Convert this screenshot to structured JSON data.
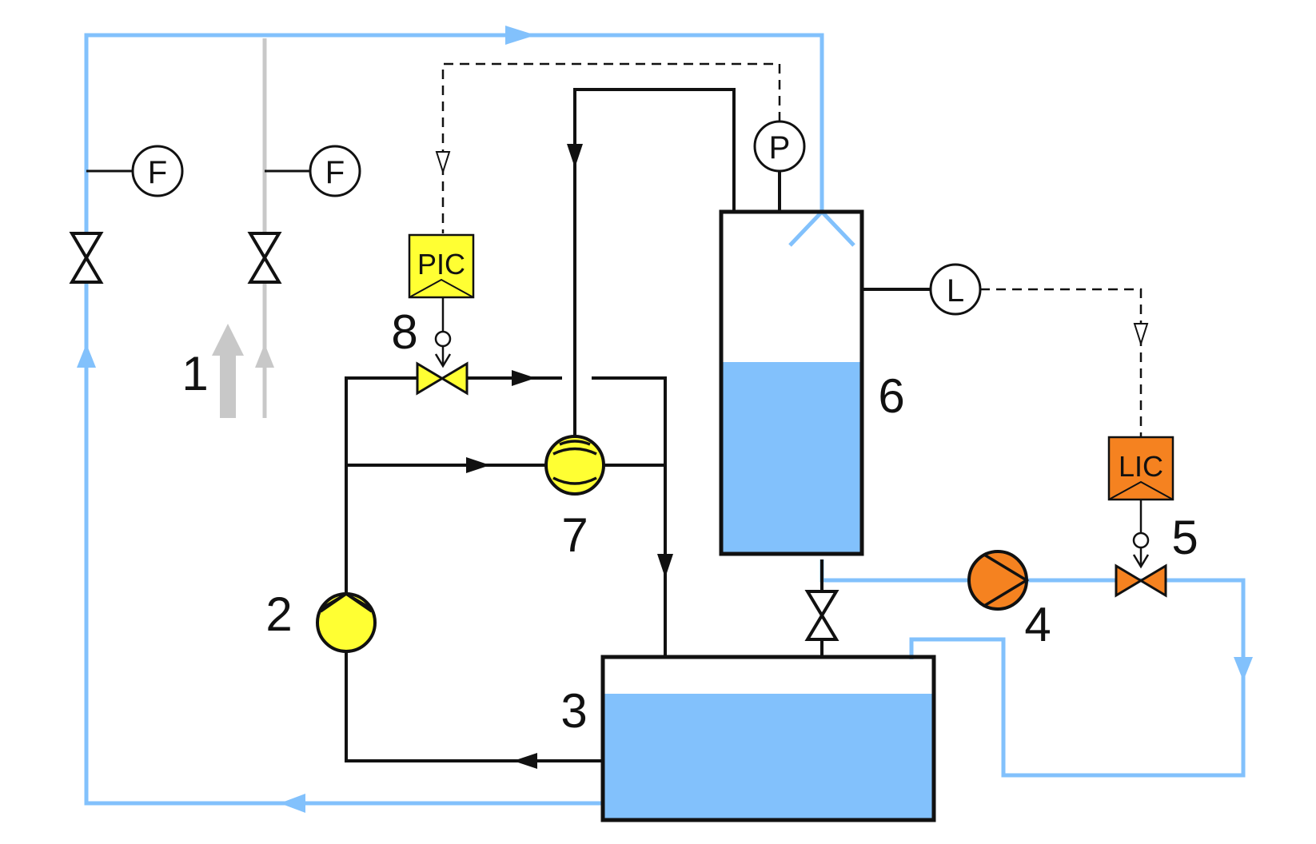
{
  "diagram": {
    "labels": {
      "n1": "1",
      "n2": "2",
      "n3": "3",
      "n4": "4",
      "n5": "5",
      "n6": "6",
      "n7": "7",
      "n8": "8"
    },
    "instruments": {
      "flow_left": "F",
      "flow_right": "F",
      "pressure": "P",
      "level": "L"
    },
    "controllers": {
      "pressure_controller": "PIC",
      "level_controller": "LIC"
    },
    "colors": {
      "water": "#82c1fc",
      "process_black": "#111111",
      "gas": "#c8c8c8",
      "yellow": "#ffff33",
      "orange": "#f58220"
    }
  }
}
